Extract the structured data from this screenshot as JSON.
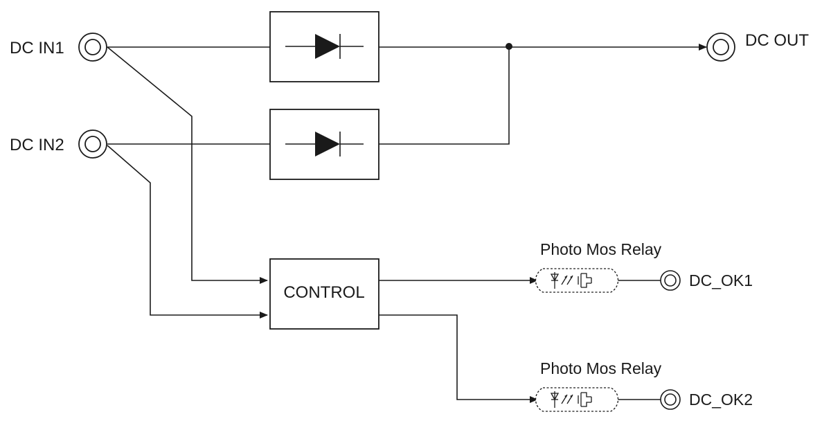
{
  "terminals": {
    "dc_in1": "DC IN1",
    "dc_in2": "DC IN2",
    "dc_out": "DC OUT",
    "dc_ok1": "DC_OK1",
    "dc_ok2": "DC_OK2"
  },
  "blocks": {
    "control": "CONTROL"
  },
  "relays": {
    "relay1": "Photo Mos Relay",
    "relay2": "Photo Mos Relay"
  },
  "colors": {
    "stroke": "#1a1a1a",
    "background": "#ffffff"
  }
}
